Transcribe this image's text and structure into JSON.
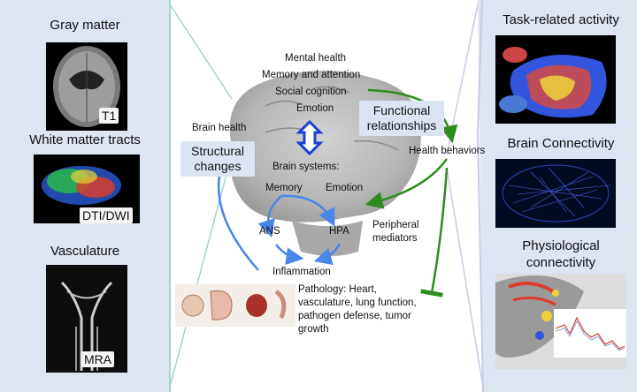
{
  "left_panel": {
    "gray_matter": {
      "title": "Gray matter",
      "tag": "T1"
    },
    "white_matter": {
      "title": "White matter tracts",
      "tag": "DTI/DWI"
    },
    "vasculature": {
      "title": "Vasculature",
      "tag": "MRA"
    }
  },
  "right_panel": {
    "task": {
      "title": "Task-related activity"
    },
    "connectivity": {
      "title": "Brain Connectivity"
    },
    "physio": {
      "title_line1": "Physiological",
      "title_line2": "connectivity"
    }
  },
  "center": {
    "mental_health": "Mental health",
    "memory_attention": "Memory and attention",
    "social_cognition": "Social cognition",
    "emotion_top": "Emotion",
    "brain_health": "Brain health",
    "structural_changes_l1": "Structural",
    "structural_changes_l2": "changes",
    "functional_l1": "Functional",
    "functional_l2": "relationships",
    "health_behaviors": "Health behaviors",
    "brain_systems": "Brain systems:",
    "memory": "Memory",
    "emotion": "Emotion",
    "ans": "ANS",
    "hpa": "HPA",
    "peripheral_l1": "Peripheral",
    "peripheral_l2": "mediators",
    "inflammation": "Inflammation",
    "pathology_l1": "Pathology:  Heart,",
    "pathology_l2": "vasculature, lung function,",
    "pathology_l3": "pathogen defense, tumor",
    "pathology_l4": "growth"
  },
  "colors": {
    "panel_bg": "#dde4f2",
    "divider": "#9fd6c8",
    "green_arrow": "#2e8b1e",
    "blue_arrow": "#4a86e8",
    "double_arrow": "#1c3fd6",
    "box_bg": "#dbe4f3"
  }
}
